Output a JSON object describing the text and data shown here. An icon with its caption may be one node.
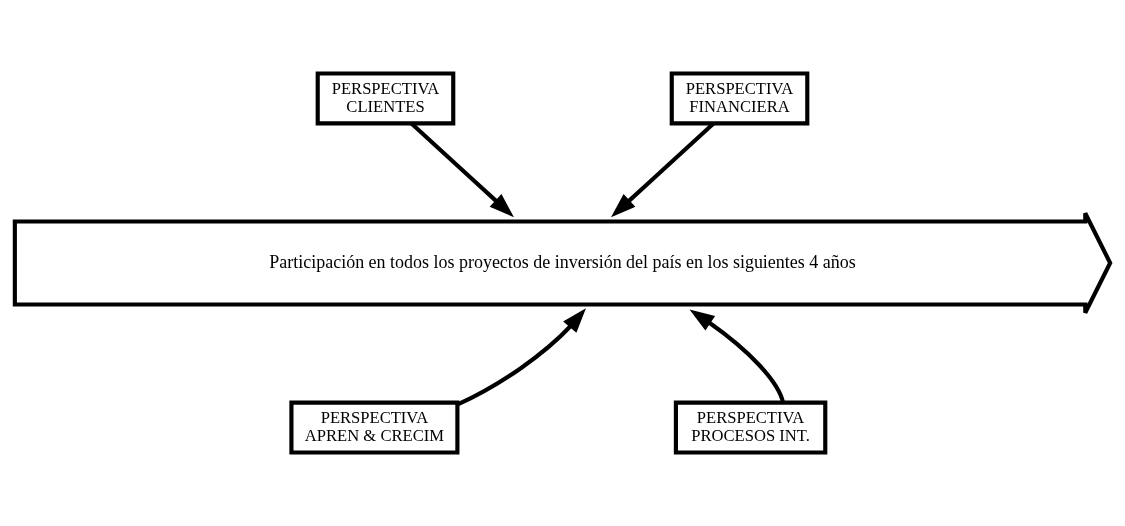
{
  "diagram": {
    "nodes": [
      {
        "text": [
          "PERSPECTIVA CLIENTES"
        ]
      },
      {
        "text": [
          "PERSPECTIVA FINANCIERA"
        ]
      },
      {
        "text": [
          "Participación en todos los proyectos de inversión del país en los siguientes 4 años"
        ]
      },
      {
        "text": [
          "PERSPECTIVA APREN & CRECIM"
        ]
      },
      {
        "text": [
          "PERSPECTIVA PROCESOS INT."
        ]
      }
    ],
    "edges": [
      {
        "from": 0,
        "to": 2,
        "arrow": "to"
      },
      {
        "from": 1,
        "to": 2,
        "arrow": "to"
      },
      {
        "from": 3,
        "to": 2,
        "arrow": "to"
      },
      {
        "from": 4,
        "to": 2,
        "arrow": "to"
      }
    ]
  }
}
